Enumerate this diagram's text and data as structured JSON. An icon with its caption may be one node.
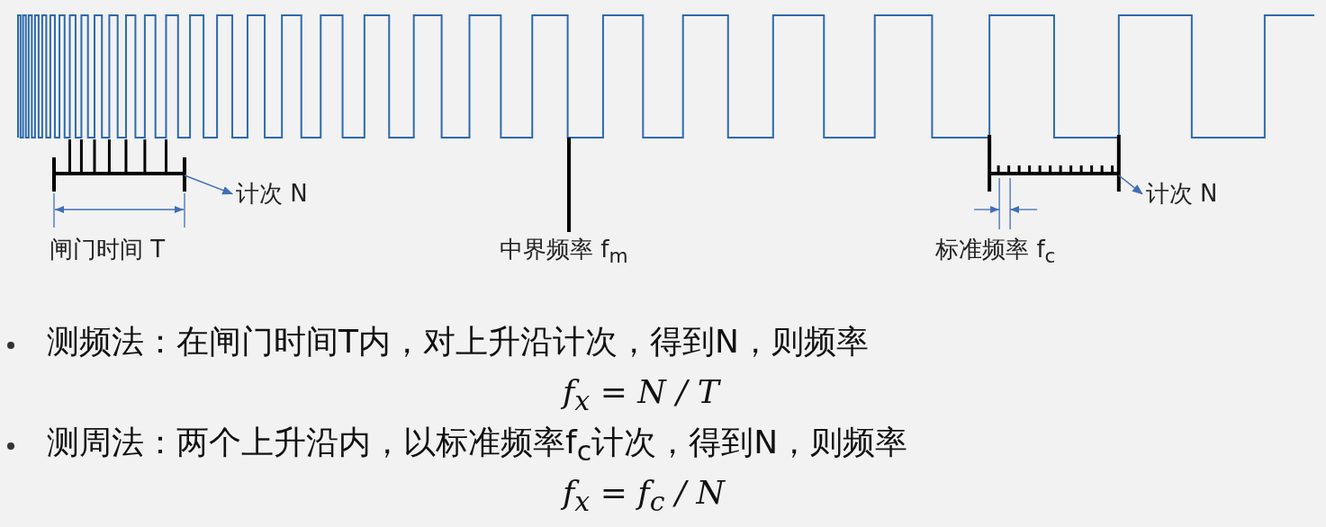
{
  "diagram": {
    "nodes": [
      {
        "text": [],
        "shape": "wave"
      },
      {
        "text": [],
        "shape": "comb"
      },
      {
        "text": [
          "计次 N"
        ]
      },
      {
        "text": [
          "中界频率 f$_{m}$"
        ]
      },
      {
        "text": [],
        "shape": "comb"
      },
      {
        "text": [
          "计次 N"
        ]
      }
    ],
    "edges": [
      {
        "from": 1,
        "to": 2,
        "arrow": "to"
      },
      {
        "from": 3,
        "to": 0,
        "arrow": "none",
        "style": "thick",
        "color": "#000000"
      },
      {
        "from": 4,
        "to": 5,
        "arrow": "to"
      }
    ],
    "labels": [
      "闸门时间 T",
      "标准频率 f$_{c}$",
      "测频法：在闸门时间T内，对上升沿计次，得到N，则频率",
      "f$_{x}$ = N / T",
      "测周法：两个上升沿内，以标准频率f$_{c}$计次，得到N，则频率",
      "f$_{x}$ = f$_{c}$ / N"
    ]
  }
}
